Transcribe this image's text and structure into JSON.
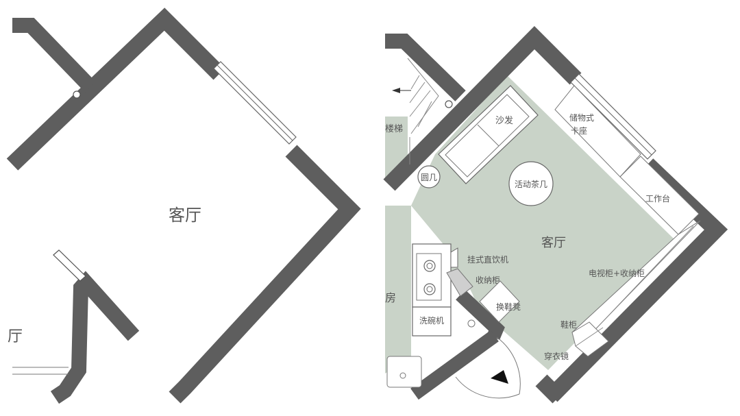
{
  "colors": {
    "wall": "#5e5e5e",
    "floor": "#c9d3c8",
    "line": "#666666",
    "window": "#ffffff"
  },
  "left_plan": {
    "living_room_label": "客厅",
    "cut_label": "厅"
  },
  "right_plan": {
    "living_room_label": "客厅",
    "stairs_label": "楼梯",
    "room_label": "房",
    "sofa_label": "沙发",
    "round_table_label": "圆几",
    "movable_table_label": "活动茶几",
    "storage_seat_label_1": "储物式",
    "storage_seat_label_2": "卡座",
    "desk_label": "工作台",
    "tv_cabinet_label": "电视柜+收纳柜",
    "water_dispenser_label": "挂式直饮机",
    "storage_cabinet_label": "收纳柜",
    "shoe_bench_label": "换鞋凳",
    "dishwasher_label": "洗碗机",
    "shoe_cabinet_label": "鞋柜",
    "mirror_label": "穿衣镜"
  }
}
